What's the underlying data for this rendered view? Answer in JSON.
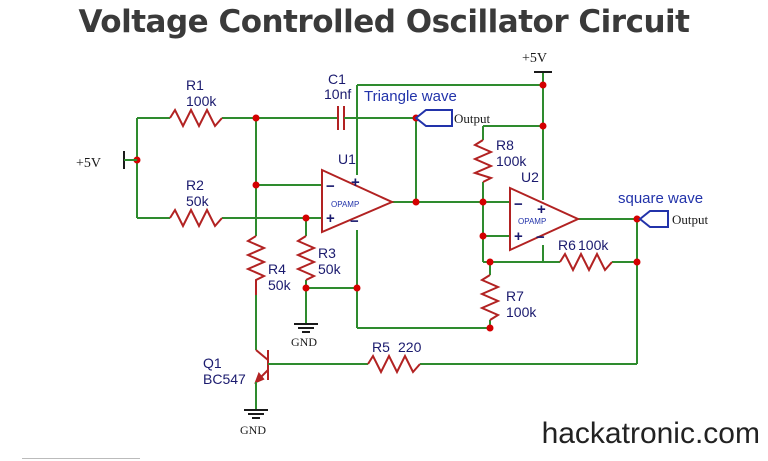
{
  "title": "Voltage Controlled Oscillator Circuit",
  "footer": "hackatronic.com",
  "supply_top": "+5V",
  "supply_left": "+5V",
  "gnd_labels": [
    "GND",
    "GND"
  ],
  "components": {
    "R1": {
      "name": "R1",
      "value": "100k"
    },
    "R2": {
      "name": "R2",
      "value": "50k"
    },
    "R3": {
      "name": "R3",
      "value": "50k"
    },
    "R4": {
      "name": "R4",
      "value": "50k"
    },
    "R5": {
      "name": "R5",
      "value": "220"
    },
    "R6": {
      "name": "R6",
      "value": "100k"
    },
    "R7": {
      "name": "R7",
      "value": "100k"
    },
    "R8": {
      "name": "R8",
      "value": "100k"
    },
    "C1": {
      "name": "C1",
      "value": "10nf"
    },
    "Q1": {
      "name": "Q1",
      "value": "BC547"
    },
    "U1": {
      "name": "U1",
      "type": "OPAMP"
    },
    "U2": {
      "name": "U2",
      "type": "OPAMP"
    }
  },
  "outputs": {
    "triangle": {
      "label": "Triangle wave",
      "port": "Output"
    },
    "square": {
      "label": "square wave",
      "port": "Output"
    }
  },
  "colors": {
    "wire": "#2e8b2e",
    "component": "#b22222",
    "node": "#d40000",
    "label": "#1a1a6e",
    "output_label": "#2233aa"
  }
}
